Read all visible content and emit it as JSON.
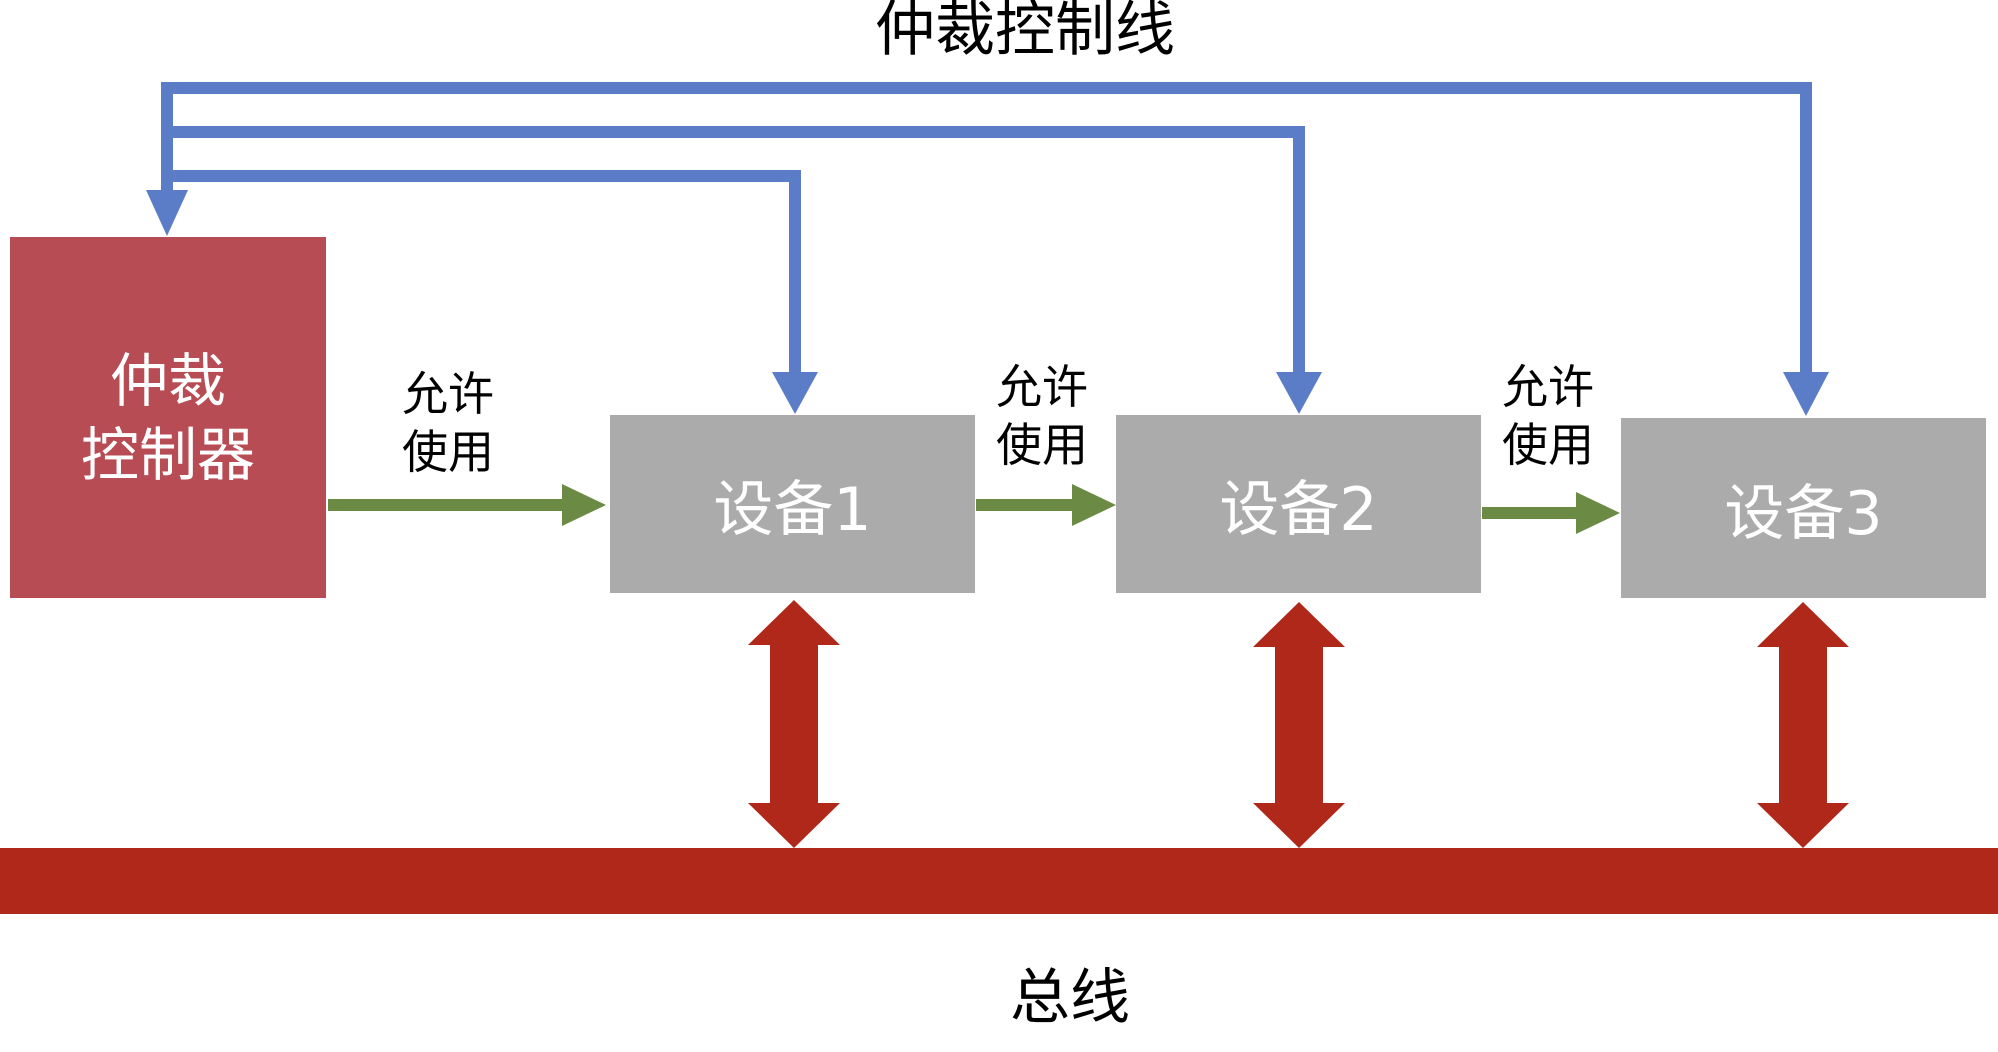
{
  "arbiter": {
    "line1": "仲裁",
    "line2": "控制器",
    "color": "#b84c55"
  },
  "control_line_label": "仲裁控制线",
  "bus_label": "总线",
  "devices": [
    {
      "label": "设备1"
    },
    {
      "label": "设备2"
    },
    {
      "label": "设备3"
    }
  ],
  "permits": [
    {
      "line1": "允许",
      "line2": "使用"
    },
    {
      "line1": "允许",
      "line2": "使用"
    },
    {
      "line1": "允许",
      "line2": "使用"
    }
  ],
  "colors": {
    "control_line": "#5b7dc8",
    "grant_arrow": "#6b8b45",
    "bus": "#b0281a",
    "device_box": "#ababab"
  }
}
